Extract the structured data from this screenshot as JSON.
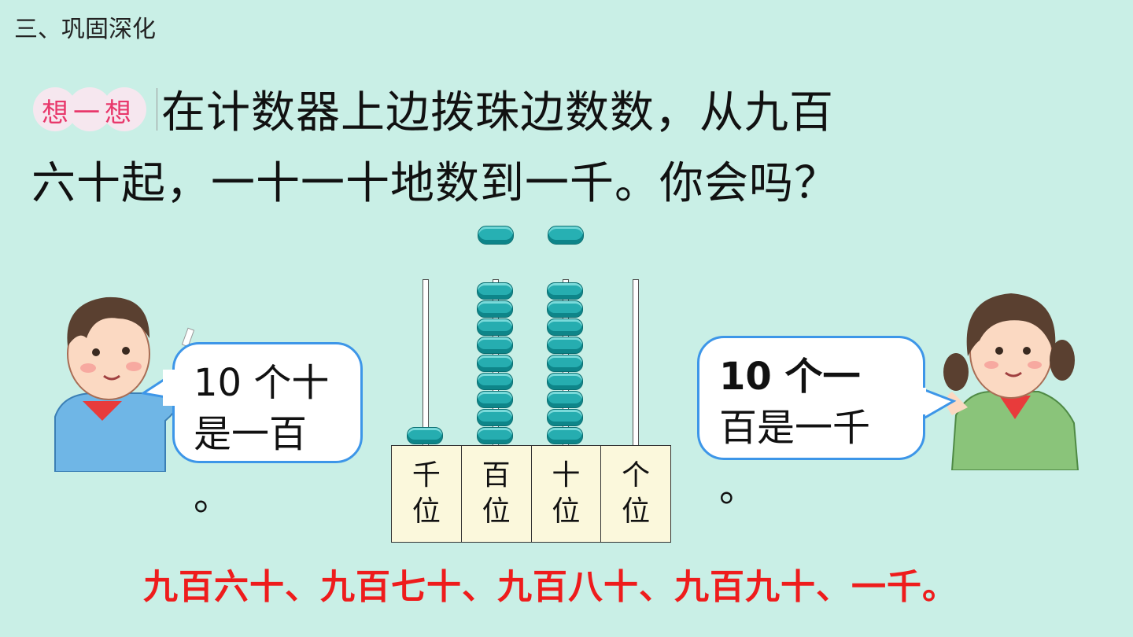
{
  "header": {
    "section_title": "三、巩固深化"
  },
  "badge": {
    "label": "想一想"
  },
  "question": {
    "line1": "在计数器上边拨珠边数数，从九百",
    "line2": "六十起，一十一十地数到一千。你会吗？"
  },
  "abacus": {
    "places": [
      {
        "line1": "千",
        "line2": "位"
      },
      {
        "line1": "百",
        "line2": "位"
      },
      {
        "line1": "十",
        "line2": "位"
      },
      {
        "line1": "个",
        "line2": "位"
      }
    ],
    "bead_counts": {
      "thousands": 1,
      "hundreds": 9,
      "tens": 9,
      "ones": 0
    },
    "bead_color": "#26adb0",
    "frame_color": "#fbf8dc"
  },
  "boy": {
    "speech_line1": "10 个十",
    "speech_line2": "是一百",
    "speech_line3": "。"
  },
  "girl": {
    "speech_line1": "10 个一",
    "speech_line2": "百是一千",
    "speech_line3": "。"
  },
  "answer": {
    "text": "九百六十、九百七十、九百八十、九百九十、一千。",
    "color": "#ee1c1c"
  },
  "colors": {
    "background": "#c9efe6",
    "bubble_border": "#3d96e8",
    "badge_text": "#e8386b"
  }
}
